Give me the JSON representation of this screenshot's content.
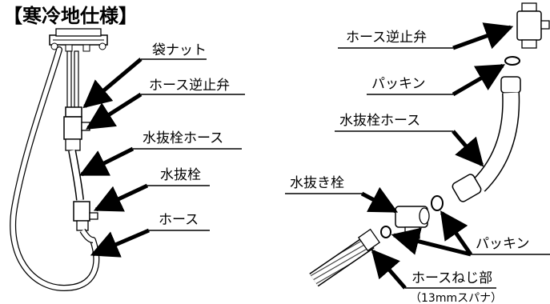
{
  "title": "【寒冷地仕様】",
  "left_labels": {
    "cap_nut": "袋ナット",
    "check_valve": "ホース逆止弁",
    "drain_hose": "水抜栓ホース",
    "drain_plug": "水抜栓",
    "hose": "ホース"
  },
  "right_labels": {
    "check_valve": "ホース逆止弁",
    "packing_top": "パッキン",
    "drain_hose": "水抜栓ホース",
    "drain_plug": "水抜き栓",
    "packing_bottom": "パッキン",
    "hose_thread": "ホースねじ部",
    "wrench_note": "（13mmスパナ）"
  }
}
